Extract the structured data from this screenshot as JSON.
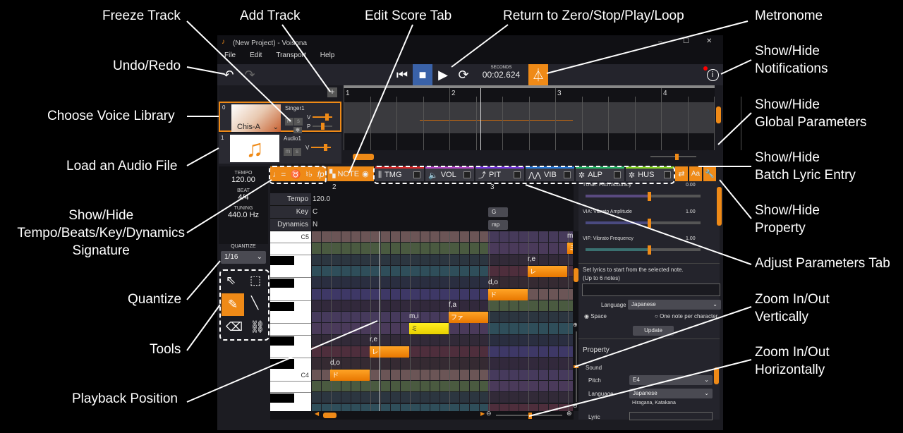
{
  "annotations": {
    "freeze_track": "Freeze Track",
    "add_track": "Add Track",
    "edit_score_tab": "Edit Score Tab",
    "transport": "Return to Zero/Stop/Play/Loop",
    "metronome": "Metronome",
    "undo_redo": "Undo/Redo",
    "notifications": [
      "Show/Hide",
      "Notifications"
    ],
    "voice_library": "Choose Voice Library",
    "global_params": [
      "Show/Hide",
      "Global Parameters"
    ],
    "load_audio": "Load an Audio File",
    "batch_lyric": [
      "Show/Hide",
      "Batch Lyric Entry"
    ],
    "signature": [
      "Show/Hide",
      "Tempo/Beats/Key/Dynamics",
      "Signature"
    ],
    "property": [
      "Show/Hide",
      "Property"
    ],
    "adjust_params": "Adjust Parameters Tab",
    "quantize": "Quantize",
    "zoom_vertical": [
      "Zoom In/Out",
      "Vertically"
    ],
    "tools": "Tools",
    "zoom_horizontal": [
      "Zoom In/Out",
      "Horizontally"
    ],
    "playback_position": "Playback Position"
  },
  "window": {
    "title": "(New Project) - Voisona",
    "menu": [
      "File",
      "Edit",
      "Transport",
      "Help"
    ]
  },
  "transport": {
    "time_label": "SECONDS",
    "time": "00:02.624"
  },
  "tracks": [
    {
      "index": "0",
      "name": "Singer1",
      "voice": "Chis-A",
      "v": "V",
      "p": "P"
    },
    {
      "index": "1",
      "name": "Audio1",
      "v": "V"
    }
  ],
  "timeline": {
    "measures": [
      "1",
      "2",
      "3",
      "4"
    ]
  },
  "tabs": {
    "note": "NOTE",
    "params": [
      "TMG",
      "VOL",
      "PIT",
      "VIB",
      "ALP",
      "HUS"
    ],
    "param_colors": [
      "#d82a2a",
      "#b44ac8",
      "#7a3ae0",
      "#2a7ad8",
      "#2ab86a",
      "#8ad82a"
    ]
  },
  "global": {
    "tempo_label": "TEMPO",
    "tempo": "120.00",
    "beat_label": "BEAT",
    "beat": "4/4",
    "tuning_label": "TUNING",
    "tuning": "440.0 Hz",
    "quantize_label": "QUANTIZE",
    "quantize": "1/16"
  },
  "score": {
    "measures": [
      "2",
      "3"
    ],
    "rows": [
      {
        "label": "Tempo",
        "value": "120.0"
      },
      {
        "label": "Key",
        "value": "C",
        "change": "G"
      },
      {
        "label": "Dynamics",
        "value": "N",
        "change": "mp"
      }
    ],
    "keys": [
      "C5",
      "C4"
    ]
  },
  "notes": [
    {
      "lyric": "d,o",
      "kana": "ド",
      "row": 12,
      "start": 0,
      "len": 4
    },
    {
      "lyric": "r,e",
      "kana": "レ",
      "row": 10,
      "start": 4,
      "len": 4
    },
    {
      "lyric": "m,i",
      "kana": "ミ",
      "row": 8,
      "start": 8,
      "len": 4,
      "selected": true
    },
    {
      "lyric": "f,a",
      "kana": "ファ",
      "row": 7,
      "start": 12,
      "len": 4
    },
    {
      "lyric": "d,o",
      "kana": "ド",
      "row": 5,
      "start": 16,
      "len": 4
    },
    {
      "lyric": "r,e",
      "kana": "レ",
      "row": 3,
      "start": 20,
      "len": 4
    },
    {
      "lyric": "m",
      "kana": "ミ",
      "row": 1,
      "start": 24,
      "len": 1
    }
  ],
  "right_panel": {
    "params": [
      {
        "label": "TUNE: Pitch Accuracy",
        "value": "0.00"
      },
      {
        "label": "VIA: Vibrato Amplitude",
        "value": "1.00"
      },
      {
        "label": "VIF: Vibrato Frequency",
        "value": "1.00"
      }
    ],
    "lyric_help": "Set lyrics to start from the selected note.",
    "lyric_help2": "(Up to 6 notes)",
    "language_label": "Language",
    "language": "Japanese",
    "radio_space": "Space",
    "radio_char": "One note per character",
    "update": "Update",
    "property": "Property",
    "sound": "Sound",
    "pitch_label": "Pitch",
    "pitch": "E4",
    "lang2": "Japanese",
    "hint": "Hiragana, Katakana",
    "lyric_label": "Lyric"
  }
}
